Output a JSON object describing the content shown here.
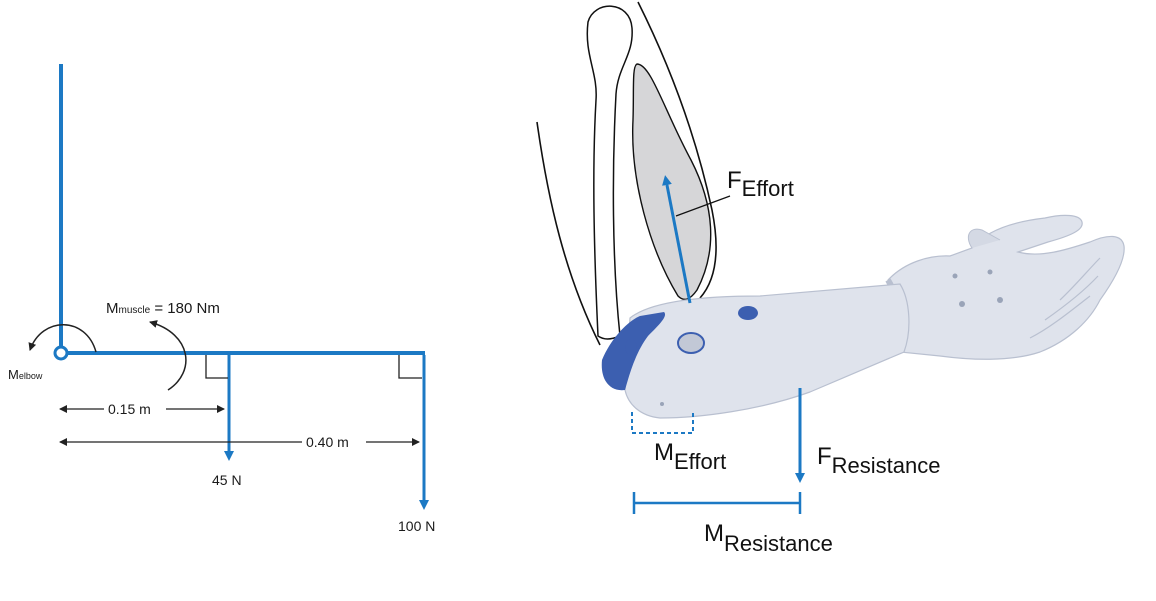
{
  "left_diagram": {
    "muscle_moment_prefix": "M",
    "muscle_moment_subscript": "muscle",
    "muscle_moment_value": "= 180 Nm",
    "elbow_moment_prefix": "M",
    "elbow_moment_subscript": "elbow",
    "dist_short": "0.15 m",
    "dist_long": "0.40 m",
    "force_small": "45 N",
    "force_large": "100 N"
  },
  "right_diagram": {
    "f_effort_main": "F",
    "f_effort_sub": "Effort",
    "f_resistance_main": "F",
    "f_resistance_sub": "Resistance",
    "m_effort_main": "M",
    "m_effort_sub": "Effort",
    "m_resistance_main": "M",
    "m_resistance_sub": "Resistance"
  },
  "colors": {
    "accent_blue": "#1c79c4",
    "prosthesis_body": "#dfe3ec",
    "prosthesis_shadow": "#b9c0d0",
    "muscle_gray": "#d6d6d8",
    "cap_blue": "#3c5fb0"
  }
}
